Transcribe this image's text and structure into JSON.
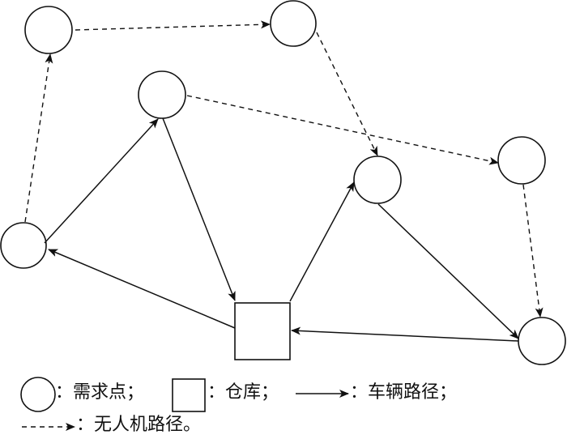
{
  "legend": {
    "demand_point": "：需求点；",
    "warehouse": "：仓库；",
    "vehicle_route": "：车辆路径；",
    "drone_route": "：无人机路径。"
  }
}
